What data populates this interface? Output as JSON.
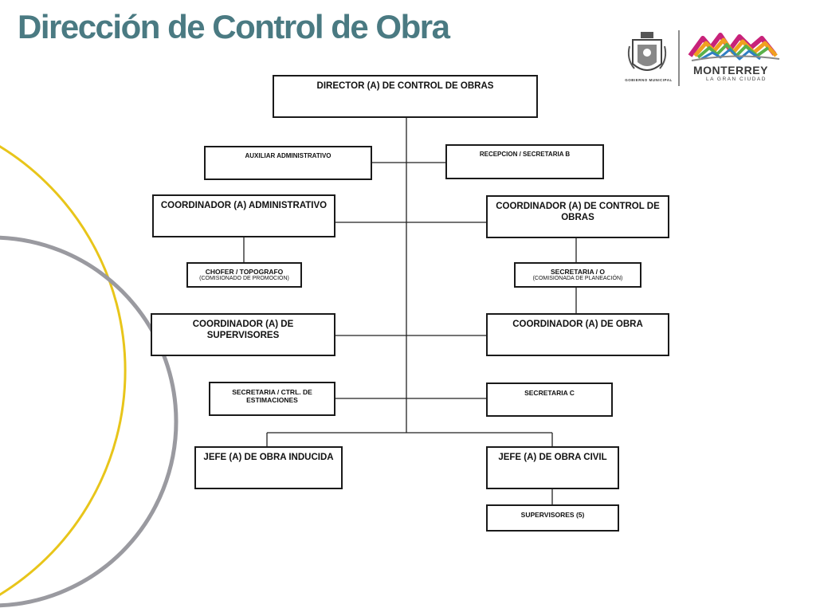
{
  "title": "Dirección de Control de Obra",
  "logo": {
    "emblem_caption": "GOBIERNO MUNICIPAL",
    "brand_name": "MONTERREY",
    "brand_tagline": "LA GRAN CIUDAD"
  },
  "org": {
    "director": "DIRECTOR (A) DE CONTROL DE OBRAS",
    "auxiliar": "AUXILIAR ADMINISTRATIVO",
    "recepcion": "RECEPCION / SECRETARIA B",
    "coord_admin": "COORDINADOR (A) ADMINISTRATIVO",
    "coord_control": "COORDINADOR (A) DE CONTROL DE OBRAS",
    "chofer": "CHOFER / TOPOGRAFO",
    "chofer_sub": "(COMISIONADO DE PROMOCIÓN)",
    "secretaria_o": "SECRETARIA / O",
    "secretaria_o_sub": "(COMISIONADA DE PLANEACIÓN)",
    "coord_supervisores": "COORDINADOR (A) DE SUPERVISORES",
    "coord_obra": "COORDINADOR (A) DE OBRA",
    "secretaria_estimaciones": "SECRETARIA  /  CTRL. DE ESTIMACIONES",
    "secretaria_c": "SECRETARIA C",
    "jefe_inducida": "JEFE (A) DE OBRA INDUCIDA",
    "jefe_civil": "JEFE (A) DE OBRA CIVIL",
    "supervisores": "SUPERVISORES (5)"
  }
}
